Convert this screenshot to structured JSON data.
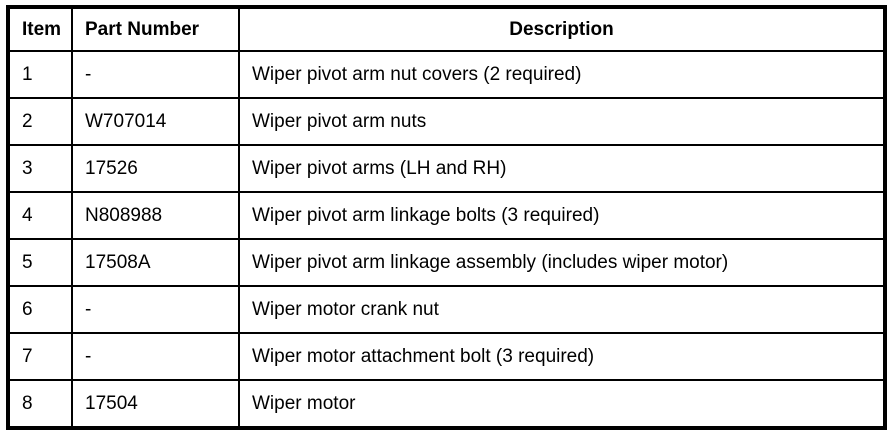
{
  "table": {
    "columns": {
      "item": "Item",
      "part_number": "Part Number",
      "description": "Description"
    },
    "rows": [
      {
        "item": "1",
        "part_number": "-",
        "description": "Wiper pivot arm nut covers (2 required)"
      },
      {
        "item": "2",
        "part_number": "W707014",
        "description": "Wiper pivot arm nuts"
      },
      {
        "item": "3",
        "part_number": "17526",
        "description": "Wiper pivot arms (LH and RH)"
      },
      {
        "item": "4",
        "part_number": "N808988",
        "description": "Wiper pivot arm linkage bolts (3 required)"
      },
      {
        "item": "5",
        "part_number": "17508A",
        "description": "Wiper pivot arm linkage assembly (includes wiper motor)"
      },
      {
        "item": "6",
        "part_number": "-",
        "description": "Wiper motor crank nut"
      },
      {
        "item": "7",
        "part_number": "-",
        "description": "Wiper motor attachment bolt (3 required)"
      },
      {
        "item": "8",
        "part_number": "17504",
        "description": "Wiper motor"
      }
    ],
    "colors": {
      "border": "#000000",
      "text": "#000000",
      "background": "#ffffff"
    }
  }
}
